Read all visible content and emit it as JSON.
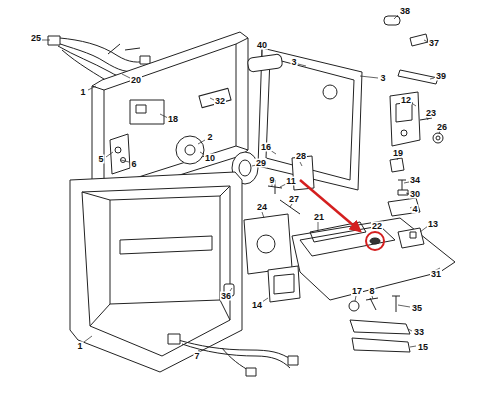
{
  "diagram": {
    "labels": [
      "38",
      "25",
      "40",
      "37",
      "3",
      "39",
      "3",
      "20",
      "1",
      "32",
      "12",
      "18",
      "23",
      "26",
      "2",
      "16",
      "19",
      "10",
      "5",
      "6",
      "29",
      "28",
      "34",
      "9",
      "11",
      "30",
      "27",
      "4",
      "24",
      "21",
      "13",
      "22",
      "31",
      "36",
      "17",
      "8",
      "14",
      "35",
      "33",
      "1",
      "15",
      "7"
    ]
  }
}
